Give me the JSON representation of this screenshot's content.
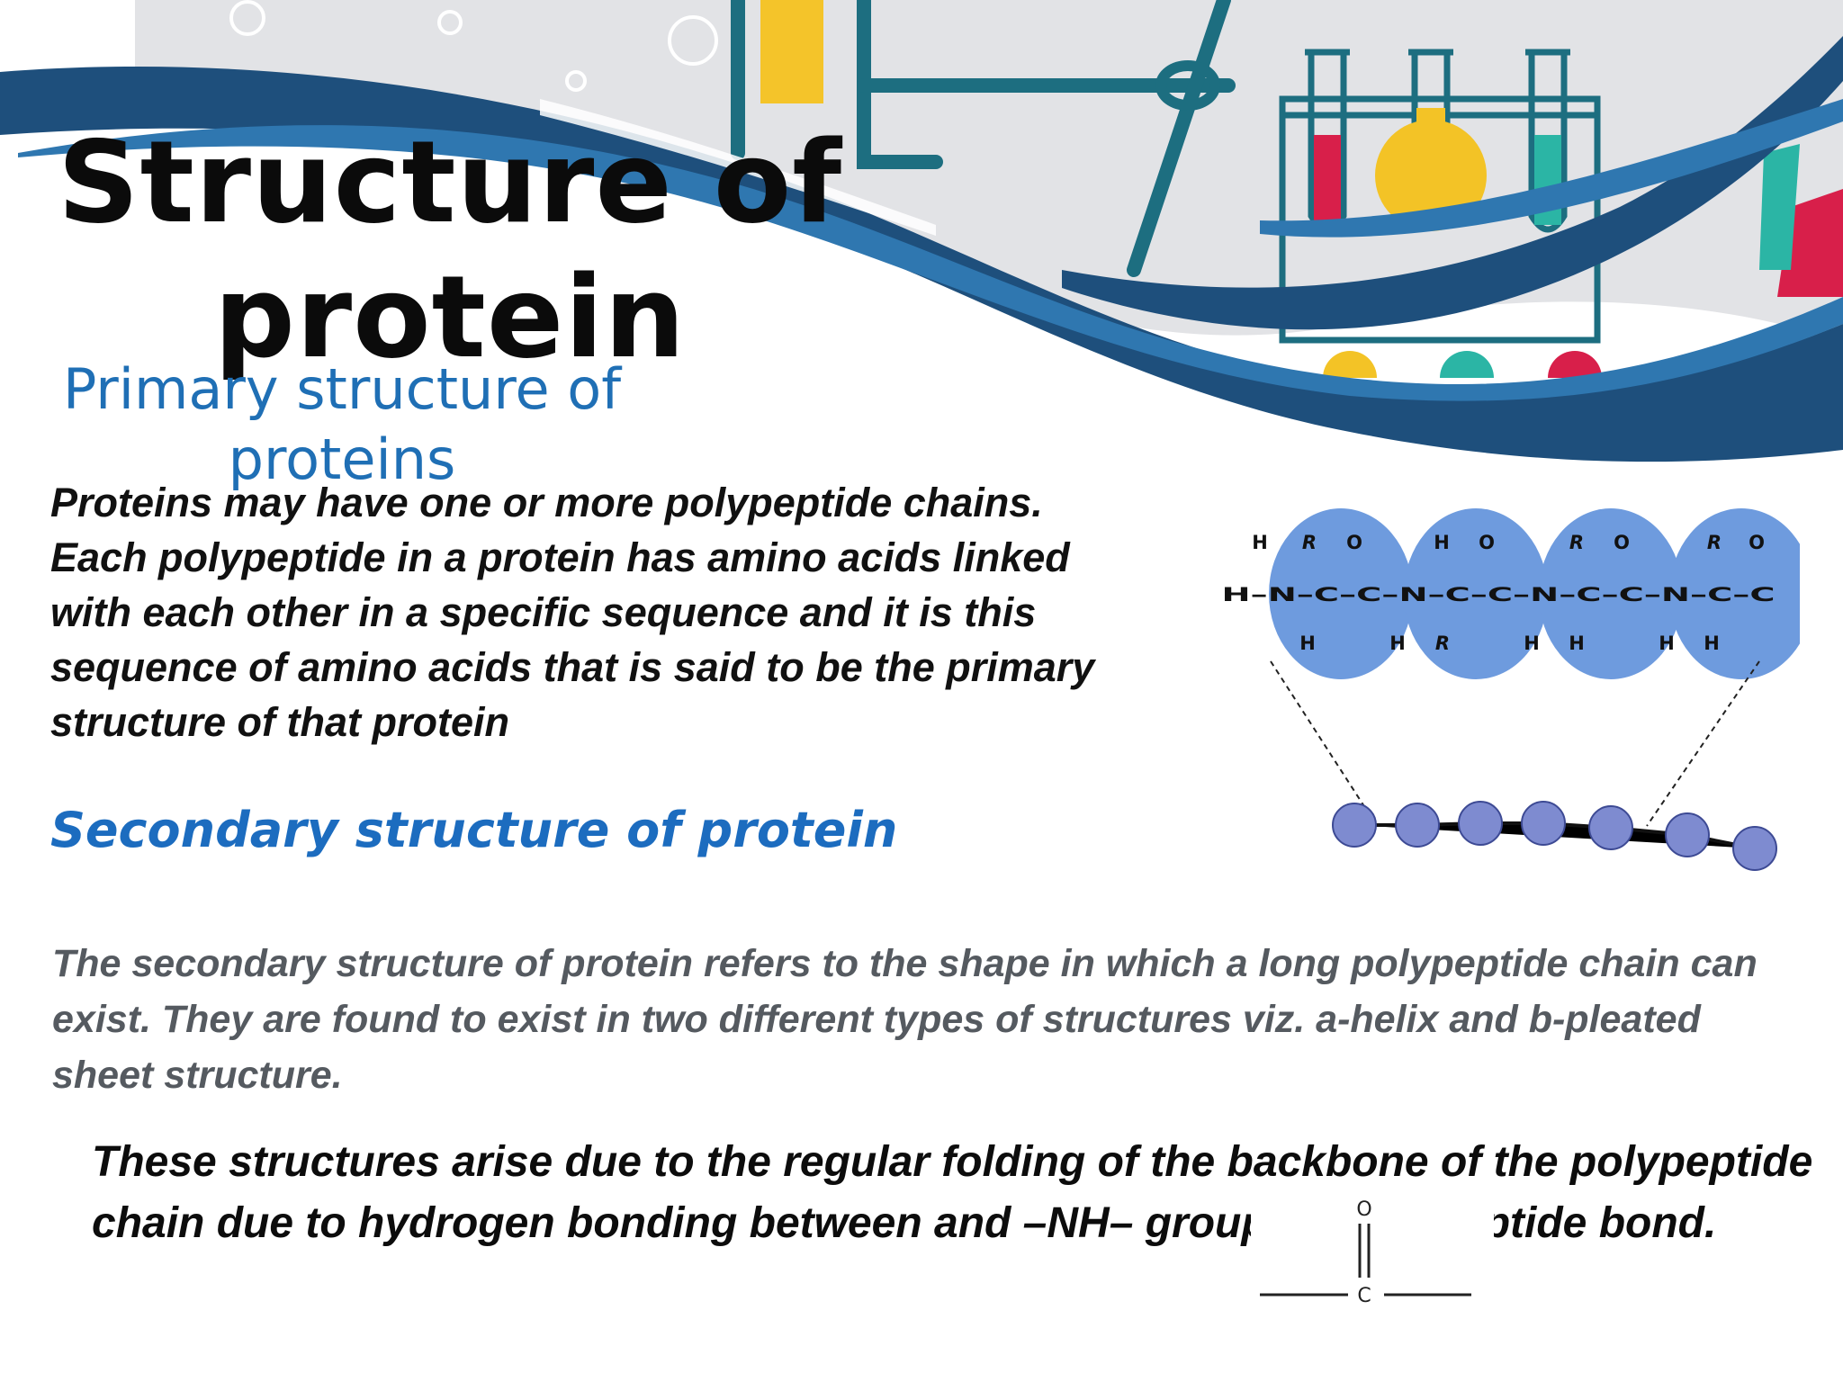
{
  "slide": {
    "title": "Structure of protein",
    "primary_heading": "Primary structure of proteins",
    "primary_body": "Proteins may have one or more polypeptide chains. Each polypeptide in a protein has amino acids linked with each other in a specific sequence and it is this sequence of amino acids that is said to be the primary structure of that protein",
    "secondary_heading": "Secondary structure of protein",
    "secondary_body": "The secondary structure of protein refers to the shape in which a long polypeptide chain can exist. They are found to exist in two different types of structures viz. a-helix and b-pleated sheet structure.",
    "folding_body": "These structures arise due to the regular folding of the backbone of the polypeptide chain due to hydrogen bonding between          and –NH– groups of the peptide bond."
  },
  "peptide_diagram": {
    "top_row": [
      "H",
      "R",
      "O",
      "H",
      "O",
      "R",
      "O",
      "R",
      "O"
    ],
    "backbone": "H–N–C–C–N–C–C–N–C–C–N–C–C",
    "bottom_row": [
      "H",
      "H",
      "R",
      "H",
      "H",
      "H",
      "H"
    ]
  },
  "carbonyl_group": {
    "oxygen": "O",
    "carbon": "C"
  },
  "colors": {
    "title": "#0b0b0b",
    "heading_blue": "#1f6fb5",
    "wave_dark": "#1e4f7c",
    "wave_mid": "#2f77b0",
    "residue_circle": "#6e9bde",
    "bead": "#7e8bd0"
  }
}
